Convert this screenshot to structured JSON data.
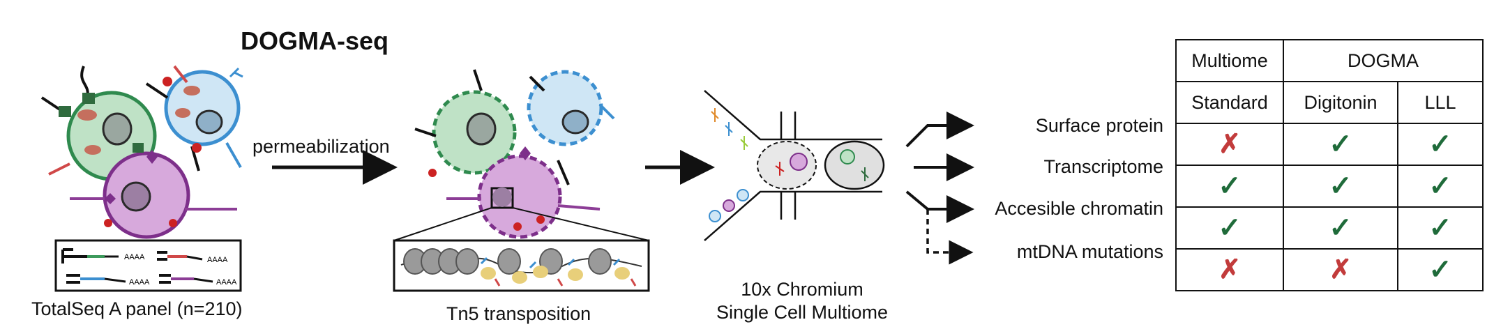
{
  "title": "DOGMA-seq",
  "labels": {
    "permeabilization": "permeabilization",
    "panel": "TotalSeq A panel (n=210)",
    "tn5": "Tn5 transposition",
    "chromium_line1": "10x Chromium",
    "chromium_line2": "Single Cell Multiome",
    "polyA": "AAAA"
  },
  "features": [
    "Surface protein",
    "Transcriptome",
    "Accesible chromatin",
    "mtDNA mutations"
  ],
  "table": {
    "header_top": [
      "Multiome",
      "DOGMA"
    ],
    "header_sub": [
      "Standard",
      "Digitonin",
      "LLL"
    ],
    "rows": [
      [
        "cross",
        "check",
        "check"
      ],
      [
        "check",
        "check",
        "check"
      ],
      [
        "check",
        "check",
        "check"
      ],
      [
        "cross",
        "cross",
        "check"
      ]
    ]
  },
  "symbols": {
    "check": "✓",
    "cross": "✗"
  },
  "colors": {
    "green_cell": "#3d9a5c",
    "blue_cell": "#4a9ed6",
    "purple_cell": "#8c3d96",
    "check": "#1f6b3a",
    "cross": "#c23b3b",
    "nucleosome": "#999999",
    "tn5": "#e8cf7a"
  }
}
